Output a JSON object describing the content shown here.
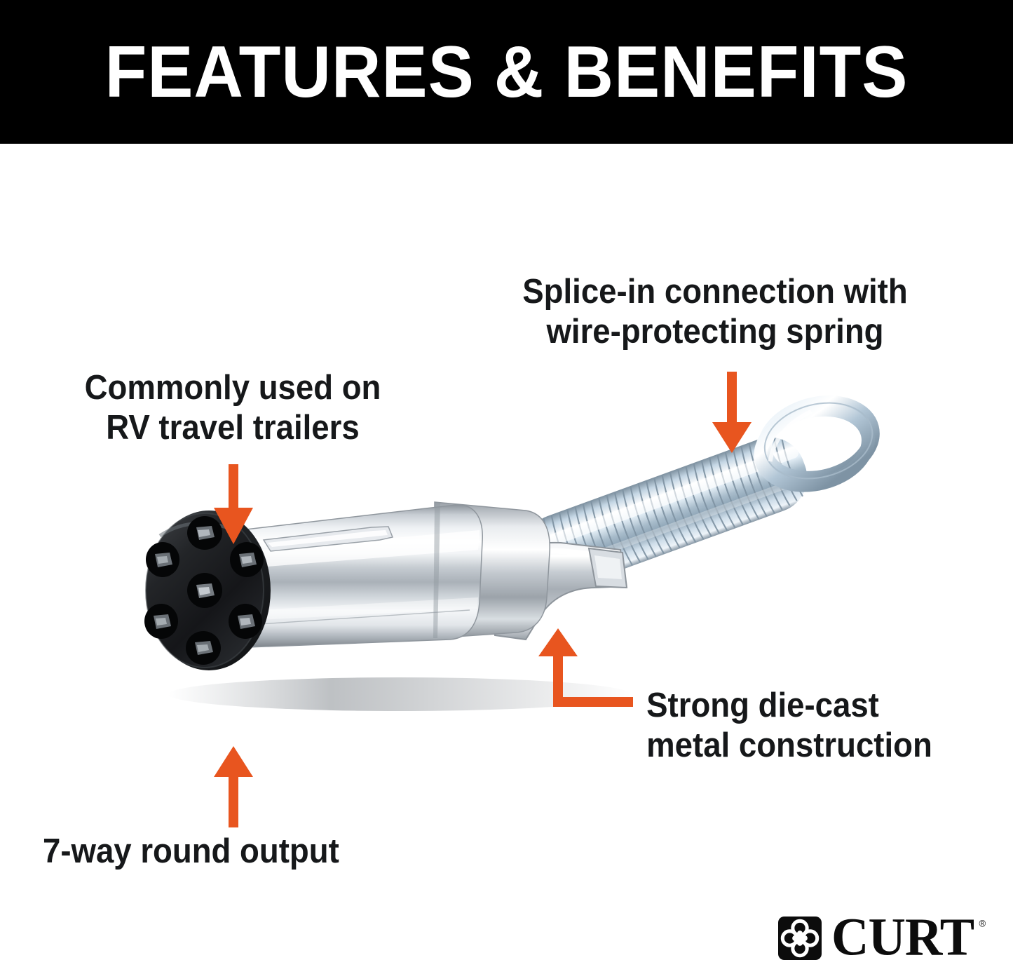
{
  "header": {
    "title": "FEATURES & BENEFITS",
    "background_color": "#000000",
    "text_color": "#ffffff"
  },
  "theme": {
    "accent_color": "#e8551f",
    "text_color": "#16181a",
    "background_color": "#ffffff"
  },
  "callouts": [
    {
      "id": "splice-in",
      "text": "Splice-in connection with\nwire-protecting spring",
      "arrow": "down"
    },
    {
      "id": "commonly-used",
      "text": "Commonly used on\nRV travel trailers",
      "arrow": "down"
    },
    {
      "id": "die-cast",
      "text": "Strong die-cast\nmetal construction",
      "arrow": "elbow-up-left"
    },
    {
      "id": "seven-way",
      "text": "7-way round output",
      "arrow": "up"
    }
  ],
  "product": {
    "name": "7-way round trailer connector plug",
    "parts": [
      "7-way round black connector face with seven pin contacts",
      "zinc die-cast metal barrel body",
      "die-cast metal latch lever",
      "coiled wire-protecting spring with end loop"
    ],
    "metal_color": "#c9ced3",
    "spring_color": "#cfe2ef",
    "face_color": "#191a1c"
  },
  "logo": {
    "wordmark": "CURT",
    "registered_mark": "®",
    "mark_name": "curt-clover-mark",
    "color": "#0c0c0c"
  }
}
